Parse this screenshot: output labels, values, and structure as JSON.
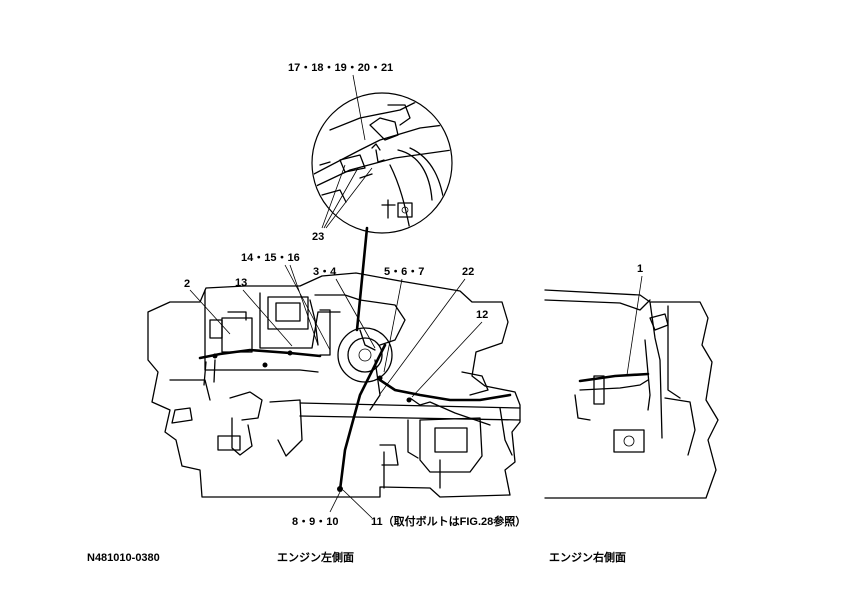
{
  "labels": {
    "l17_21": "17・18・19・20・21",
    "l23": "23",
    "l14_16": "14・15・16",
    "l3_4": "3・4",
    "l5_7": "5・6・7",
    "l22": "22",
    "l2": "2",
    "l13": "13",
    "l12": "12",
    "l1": "1",
    "l8_10": "8・9・10",
    "l11": "11（取付ボルトはFIG.28参照）"
  },
  "captions": {
    "figure_id": "N481010-0380",
    "left_view": "エンジン左側面",
    "right_view": "エンジン右側面"
  }
}
